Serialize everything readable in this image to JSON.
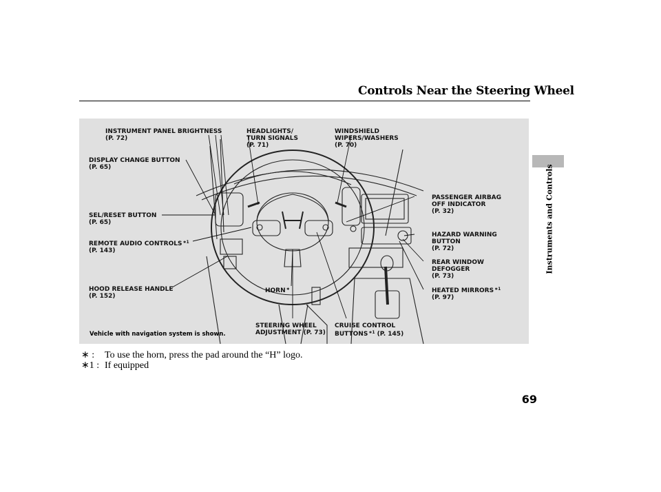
{
  "page_title": "Controls Near the Steering Wheel",
  "side_label": "Instruments and Controls",
  "page_number": "69",
  "figure": {
    "note": "Vehicle with navigation system is shown.",
    "callouts": {
      "instrument_panel_brightness": {
        "label": "INSTRUMENT PANEL BRIGHTNESS",
        "page": "(P. 72)"
      },
      "headlights": {
        "line1": "HEADLIGHTS/",
        "line2": "TURN SIGNALS",
        "page": "(P. 71)"
      },
      "windshield": {
        "line1": "WINDSHIELD",
        "line2": "WIPERS/WASHERS",
        "page": "(P. 70)"
      },
      "display_change": {
        "label": "DISPLAY CHANGE BUTTON",
        "page": "(P. 65)"
      },
      "passenger_airbag": {
        "line1": "PASSENGER AIRBAG",
        "line2": "OFF INDICATOR",
        "page": "(P. 32)"
      },
      "sel_reset": {
        "label": "SEL/RESET BUTTON",
        "page": "(P. 65)"
      },
      "remote_audio": {
        "label": "REMOTE AUDIO CONTROLS",
        "mark": "∗1",
        "page": "(P. 143)"
      },
      "hazard": {
        "line1": "HAZARD WARNING",
        "line2": "BUTTON",
        "page": "(P. 72)"
      },
      "rear_window": {
        "line1": "REAR WINDOW",
        "line2": "DEFOGGER",
        "page": "(P. 73)"
      },
      "hood_release": {
        "label": "HOOD RELEASE HANDLE",
        "page": "(P. 152)"
      },
      "horn": {
        "label": "HORN",
        "mark": "∗"
      },
      "heated_mirrors": {
        "label": "HEATED MIRRORS",
        "mark": "∗1",
        "page": "(P. 97)"
      },
      "steering_adjust": {
        "line1": "STEERING WHEEL",
        "line2": "ADJUSTMENT",
        "page": "(P. 73)"
      },
      "cruise": {
        "line1": "CRUISE CONTROL",
        "line2": "BUTTONS",
        "mark": "∗1",
        "page": "(P. 145)"
      }
    }
  },
  "footnotes": [
    {
      "mark": "∗  :",
      "text": "To use the horn, press the pad around the “H” logo."
    },
    {
      "mark": "∗1 :",
      "text": "If equipped"
    }
  ]
}
